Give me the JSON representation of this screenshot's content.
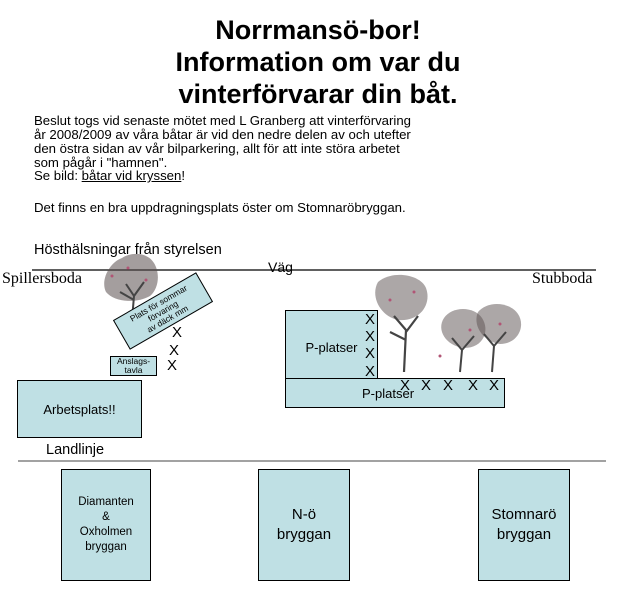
{
  "title": {
    "line1": "Norrmansö-bor!",
    "line2": "Information om var du",
    "line3": "vinterförvarar din båt."
  },
  "body": {
    "p1": [
      "Beslut togs vid senaste mötet med L Granberg att vinterförvaring",
      "år 2008/2009 av våra båtar är vid den nedre delen av och utefter",
      "den östra sidan av vår bilparkering, allt för att inte störa arbetet",
      "som pågår i \"hamnen\"."
    ],
    "see_prefix": "Se bild: ",
    "see_link": "båtar vid kryssen",
    "see_suffix": "!",
    "p2": "Det finns en bra uppdragningsplats öster om Stomnaröbryggan.",
    "greeting": "Hösthälsningar från styrelsen"
  },
  "map": {
    "left_place": "Spillersboda",
    "road": "Väg",
    "right_place": "Stubboda",
    "summer_storage": [
      "Plats för sommar",
      "förvaring",
      "av däck mm"
    ],
    "notice_board": [
      "Anslags-",
      "tavla"
    ],
    "workplace": "Arbetsplats!!",
    "parking_upper": "P-platser",
    "parking_lower": "P-platser",
    "shoreline": "Landlinje",
    "cross_mark": "X",
    "docks": [
      [
        "Diamanten",
        "&",
        "Oxholmen",
        "bryggan"
      ],
      [
        "N-ö",
        "bryggan"
      ],
      [
        "Stomnarö",
        "bryggan"
      ]
    ],
    "colors": {
      "box_fill": "#bfe0e4",
      "tree_foliage": "#5a4f4f",
      "tree_blossom": "#b15575"
    }
  }
}
